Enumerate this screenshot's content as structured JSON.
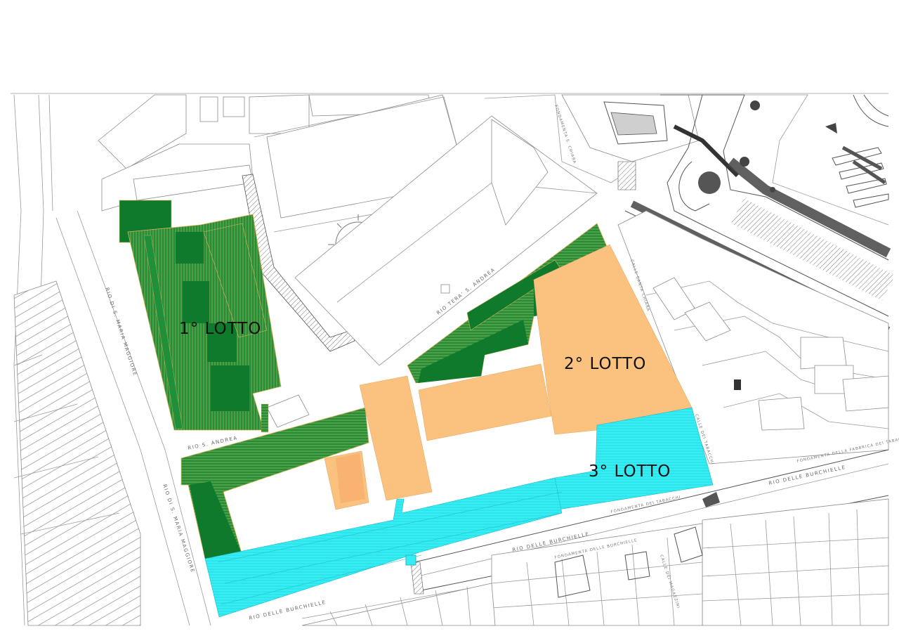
{
  "colors": {
    "lotto1": "#1f8f3a",
    "lotto1_dark": "#0f7a2c",
    "lotto1_hatch": "#d9b45a",
    "lotto2": "#fbc27f",
    "lotto3": "#34eef4",
    "lotto3_hatch": "#1fb8c7",
    "linework": "#8c8c8c",
    "background": "#ffffff"
  },
  "lots": [
    {
      "label": "1° LOTTO"
    },
    {
      "label": "2° LOTTO"
    },
    {
      "label": "3° LOTTO"
    }
  ],
  "streets": {
    "rio_santa_maria_maggiore_1": "RIO DI S. MARIA MAGGIORE",
    "rio_santa_maria_maggiore_2": "RIO DI S. MARIA MAGGIORE",
    "rio_sant_andrea": "RIO S. ANDREA",
    "rio_tera_sant_andrea": "RIO TERA' S. ANDREA",
    "rio_burchielle_1": "RIO DELLE BURCHIELLE",
    "rio_burchielle_2": "RIO DELLE BURCHIELLE",
    "rio_burchielle_3": "RIO DELLE BURCHIELLE",
    "fondamenta_tabacchi": "FONDAMENTA DEI TABACCHI",
    "fondamenta_fabbrica_tabacchi": "FONDAMENTA DELLA FABBRICA DEI TABACCHI",
    "fondamenta_burchielle": "FONDAMENTA DELLE BURCHIELLE",
    "calle_santa_chiara": "CALLE SANTA CHIARA",
    "calle_tabacchi": "CALLE DEI TABACCHI",
    "calle_magazzini": "CALLE DEI MAGAZZINI",
    "fondamenta_s_chiara": "FONDAMENTA S. CHIARA"
  }
}
